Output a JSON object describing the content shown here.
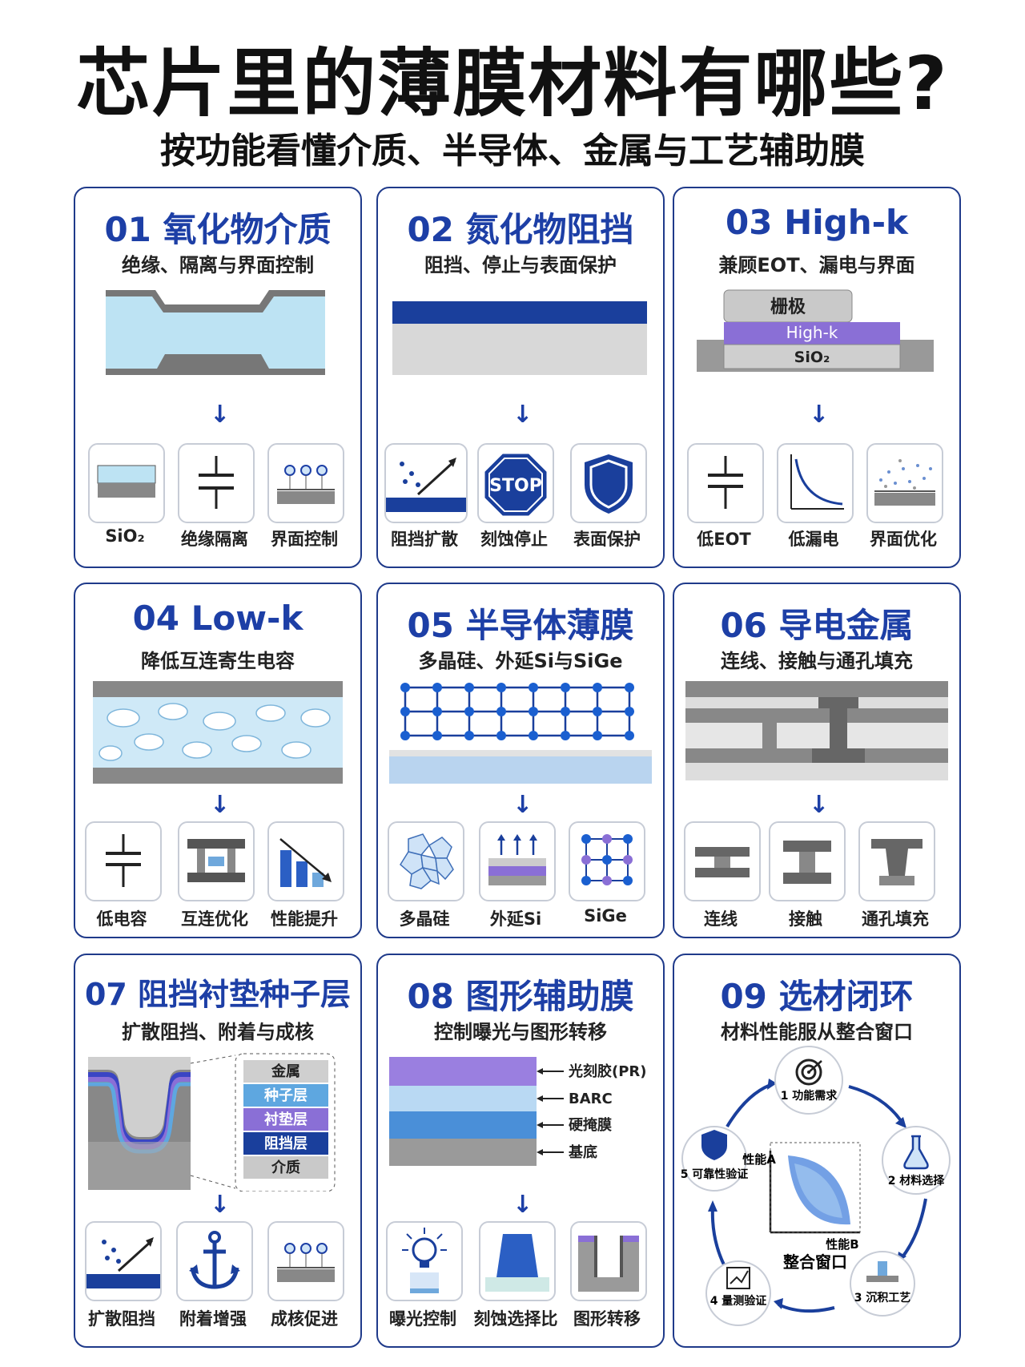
{
  "title": "芯片里的薄膜材料有哪些?",
  "subtitle": "按功能看懂介质、半导体、金属与工艺辅助膜",
  "cards": [
    {
      "title": "01 氧化物介质",
      "subtitle": "绝缘、隔离与界面控制",
      "items": [
        "SiO₂",
        "绝缘隔离",
        "界面控制"
      ]
    },
    {
      "title": "02 氮化物阻挡",
      "subtitle": "阻挡、停止与表面保护",
      "items": [
        "阻挡扩散",
        "刻蚀停止",
        "表面保护"
      ],
      "stop_text": "STOP"
    },
    {
      "title": "03 High-k",
      "subtitle": "兼顾EOT、漏电与界面",
      "items": [
        "低EOT",
        "低漏电",
        "界面优化"
      ],
      "stack": [
        "栅极",
        "High-k",
        "SiO₂"
      ]
    },
    {
      "title": "04 Low-k",
      "subtitle": "降低互连寄生电容",
      "items": [
        "低电容",
        "互连优化",
        "性能提升"
      ]
    },
    {
      "title": "05 半导体薄膜",
      "subtitle": "多晶硅、外延Si与SiGe",
      "items": [
        "多晶硅",
        "外延Si",
        "SiGe"
      ]
    },
    {
      "title": "06 导电金属",
      "subtitle": "连线、接触与通孔填充",
      "items": [
        "连线",
        "接触",
        "通孔填充"
      ]
    },
    {
      "title": "07 阻挡衬垫种子层",
      "subtitle": "扩散阻挡、附着与成核",
      "items": [
        "扩散阻挡",
        "附着增强",
        "成核促进"
      ],
      "layers": [
        "金属",
        "种子层",
        "衬垫层",
        "阻挡层",
        "介质"
      ]
    },
    {
      "title": "08 图形辅助膜",
      "subtitle": "控制曝光与图形转移",
      "items": [
        "曝光控制",
        "刻蚀选择比",
        "图形转移"
      ],
      "layers": [
        "光刻胶(PR)",
        "BARC",
        "硬掩膜",
        "基底"
      ]
    },
    {
      "title": "09 选材闭环",
      "subtitle": "材料性能服从整合窗口",
      "steps": [
        "1 功能需求",
        "2 材料选择",
        "3 沉积工艺",
        "4 量测验证",
        "5 可靠性验证"
      ],
      "axis_y": "性能A",
      "axis_x": "性能B",
      "window_label": "整合窗口"
    }
  ],
  "colors": {
    "accent": "#1d3fa6",
    "card_border": "#1f3a8a",
    "light_blue": "#bfe3f3",
    "purple": "#8a6fd6",
    "gray": "#9a9a9a"
  }
}
